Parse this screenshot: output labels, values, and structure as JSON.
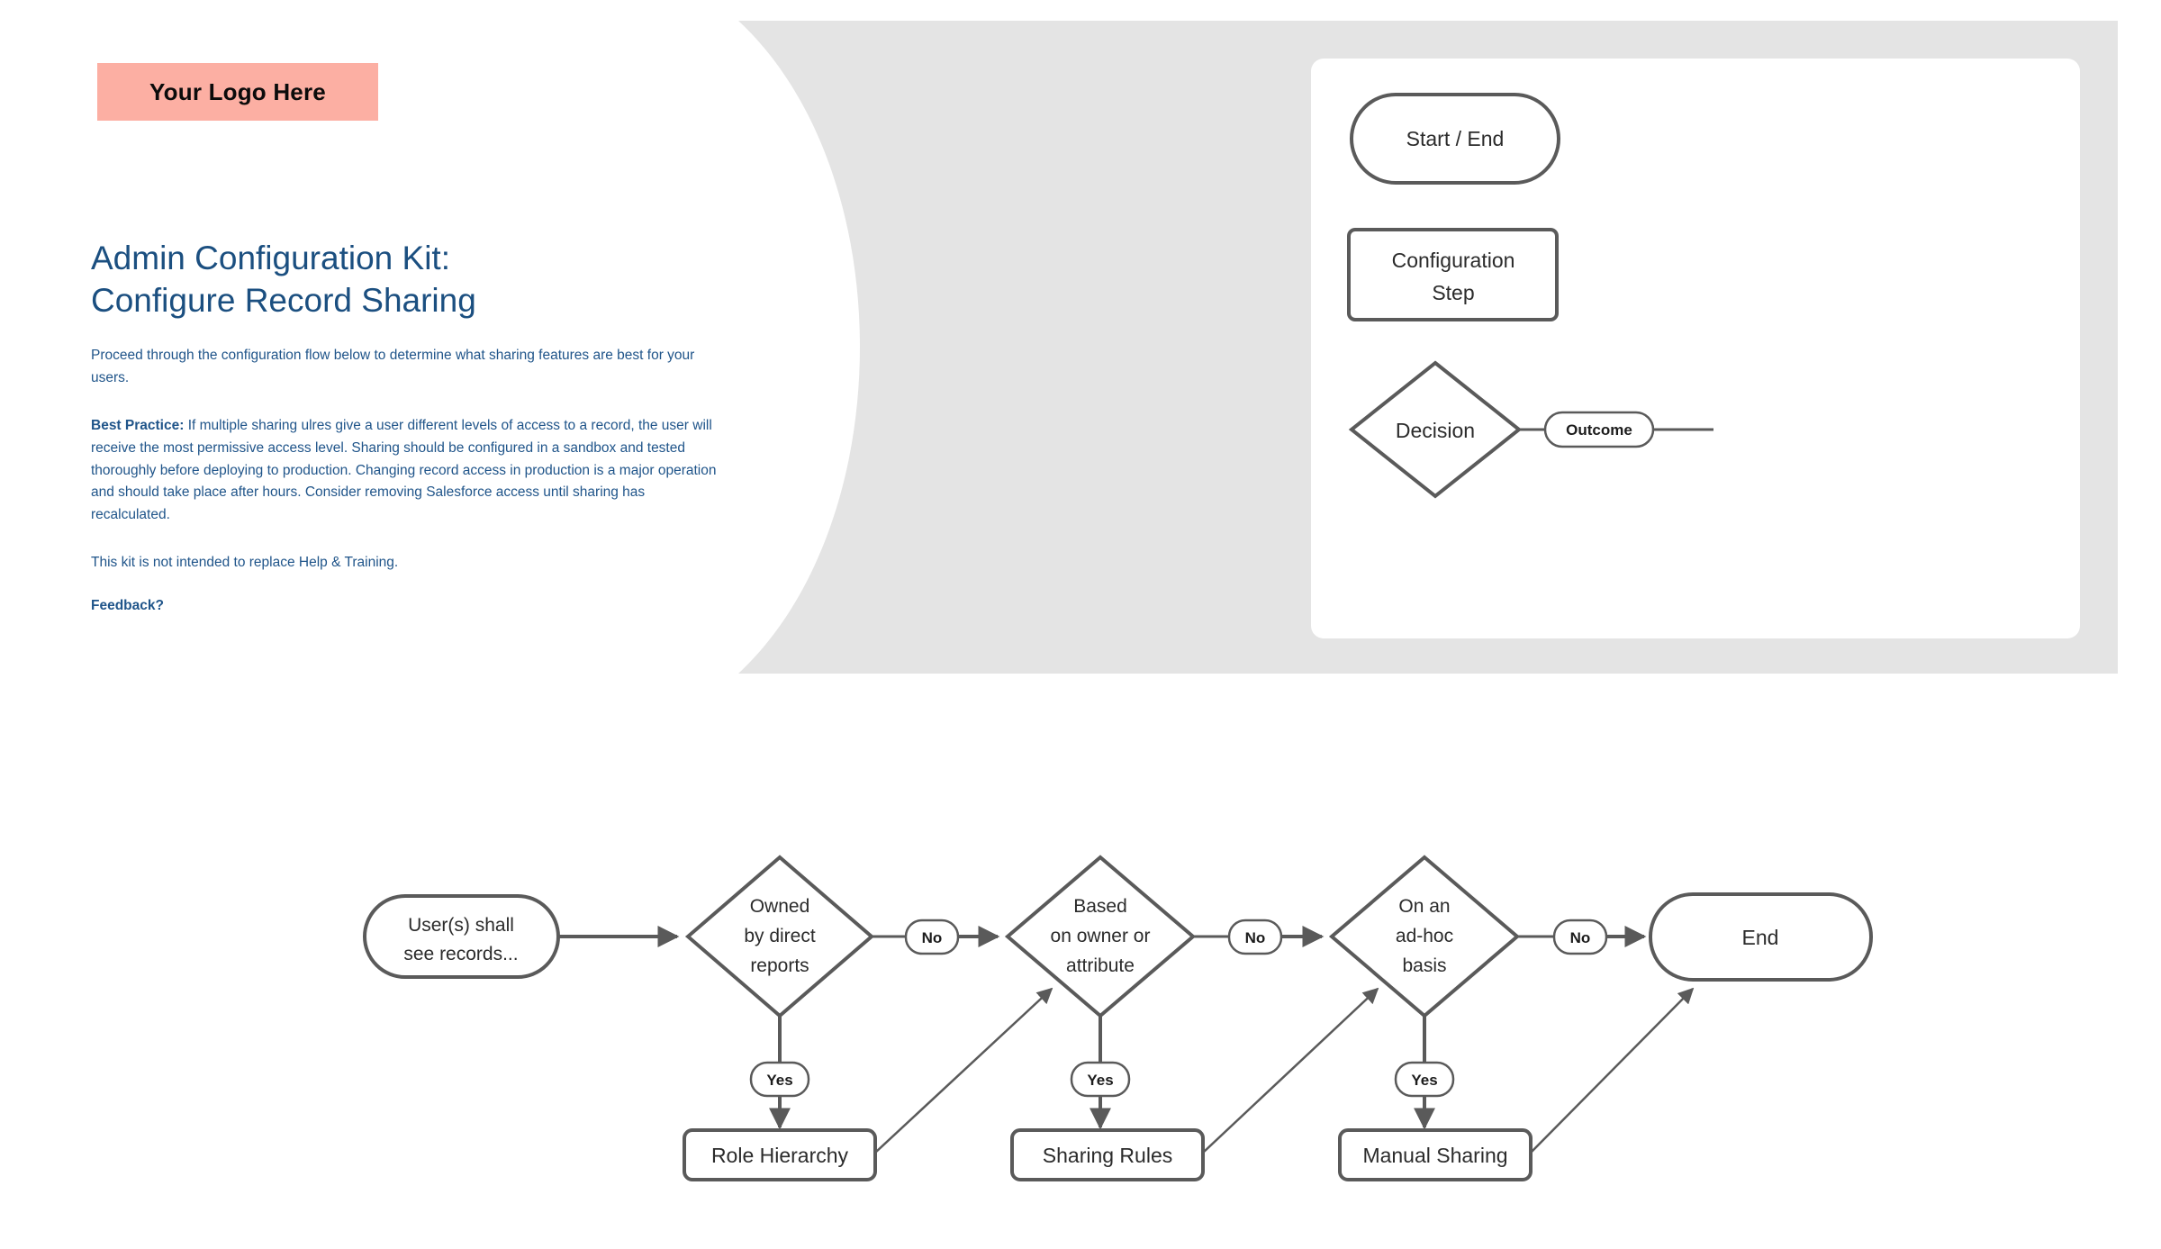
{
  "brand": {
    "logo_text": "Your Logo Here",
    "logo_bg": "#FCAFA3",
    "title_color": "#1b4f80",
    "panel_bg": "#e4e4e4",
    "stroke": "#5a5a5a"
  },
  "intro": {
    "title_line1": "Admin Configuration Kit:",
    "title_line2": "Configure Record Sharing",
    "paragraph1": "Proceed through the configuration flow below to determine what sharing features are best for your users.",
    "best_practice_label": "Best Practice:",
    "best_practice_body": " If multiple sharing ulres give a user different levels of access to a record, the user will receive the most permissive access level. Sharing should be configured in a sandbox and tested thoroughly before deploying to production. Changing record access in production is a major operation and should take place after hours. Consider removing Salesforce access until sharing has recalculated.",
    "paragraph3": "This kit is not intended to replace Help & Training.",
    "feedback": "Feedback?"
  },
  "legend": {
    "start_end": "Start / End",
    "config_step_line1": "Configuration",
    "config_step_line2": "Step",
    "decision": "Decision",
    "outcome": "Outcome"
  },
  "chart_data": {
    "type": "diagram",
    "title": "Configure Record Sharing flow",
    "nodes": [
      {
        "id": "start",
        "kind": "terminator",
        "lines": [
          "User(s) shall",
          "see records..."
        ]
      },
      {
        "id": "d1",
        "kind": "decision",
        "lines": [
          "Owned",
          "by direct",
          "reports"
        ]
      },
      {
        "id": "d2",
        "kind": "decision",
        "lines": [
          "Based",
          "on owner or",
          "attribute"
        ]
      },
      {
        "id": "d3",
        "kind": "decision",
        "lines": [
          "On an",
          "ad-hoc",
          "basis"
        ]
      },
      {
        "id": "end",
        "kind": "terminator",
        "lines": [
          "End"
        ]
      },
      {
        "id": "role",
        "kind": "process",
        "lines": [
          "Role Hierarchy"
        ]
      },
      {
        "id": "rules",
        "kind": "process",
        "lines": [
          "Sharing Rules"
        ]
      },
      {
        "id": "manual",
        "kind": "process",
        "lines": [
          "Manual Sharing"
        ]
      }
    ],
    "edges": [
      {
        "from": "start",
        "to": "d1",
        "label": ""
      },
      {
        "from": "d1",
        "to": "d2",
        "label": "No"
      },
      {
        "from": "d2",
        "to": "d3",
        "label": "No"
      },
      {
        "from": "d3",
        "to": "end",
        "label": "No"
      },
      {
        "from": "d1",
        "to": "role",
        "label": "Yes"
      },
      {
        "from": "d2",
        "to": "rules",
        "label": "Yes"
      },
      {
        "from": "d3",
        "to": "manual",
        "label": "Yes"
      },
      {
        "from": "role",
        "to": "d2",
        "label": ""
      },
      {
        "from": "rules",
        "to": "d3",
        "label": ""
      },
      {
        "from": "manual",
        "to": "end",
        "label": ""
      }
    ]
  },
  "flow_labels": {
    "start_l1": "User(s) shall",
    "start_l2": "see records...",
    "d1_l1": "Owned",
    "d1_l2": "by direct",
    "d1_l3": "reports",
    "d2_l1": "Based",
    "d2_l2": "on owner or",
    "d2_l3": "attribute",
    "d3_l1": "On an",
    "d3_l2": "ad-hoc",
    "d3_l3": "basis",
    "end": "End",
    "role": "Role Hierarchy",
    "rules": "Sharing Rules",
    "manual": "Manual Sharing",
    "no1": "No",
    "no2": "No",
    "no3": "No",
    "yes1": "Yes",
    "yes2": "Yes",
    "yes3": "Yes"
  }
}
